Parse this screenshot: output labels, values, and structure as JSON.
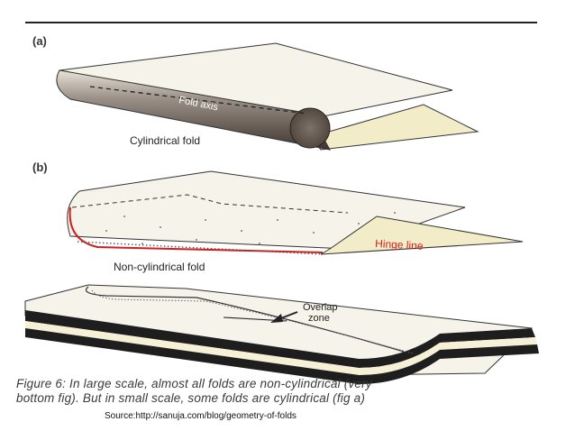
{
  "figure": {
    "panel_a": {
      "label": "(a)",
      "axis_label": "Fold axis",
      "caption": "Cylindrical fold"
    },
    "panel_b": {
      "label": "(b)",
      "hinge_label": "Hinge line",
      "caption": "Non-cylindrical fold"
    },
    "panel_c": {
      "overlap_label_line1": "Overlap",
      "overlap_label_line2": "zone"
    },
    "caption_lines": [
      "Figure 6: In large scale, almost all folds are non-cylindrical (very",
      "bottom fig). But in small scale, some folds are cylindrical (fig a)"
    ]
  },
  "source": "Source:http://sanuja.com/blog/geometry-of-folds",
  "colors": {
    "hinge": "#d21e1e",
    "paper": "#f6f3ea",
    "limb": "#f3ecc8",
    "cylinder_dark": "#5a5048",
    "outline": "#333333"
  }
}
